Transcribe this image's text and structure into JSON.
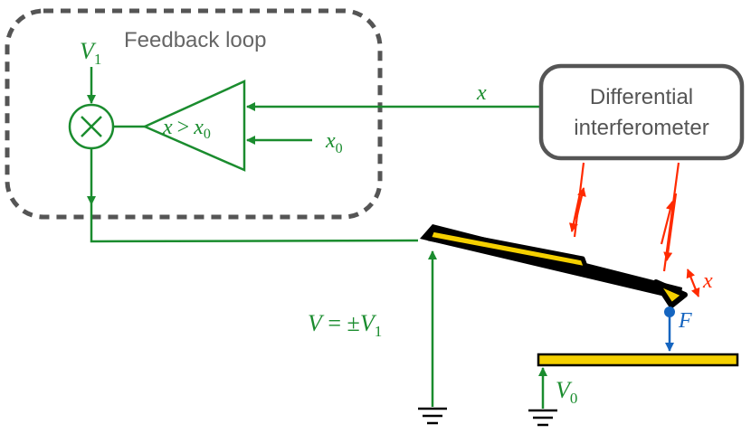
{
  "colors": {
    "green": "#1a8c2e",
    "red": "#ff2a00",
    "blue": "#1565c0",
    "gold": "#f5d000",
    "black": "#000000",
    "gray": "#555555",
    "box_border": "#555555"
  },
  "labels": {
    "feedback_loop": "Feedback loop",
    "interferometer_line1": "Differential",
    "interferometer_line2": "interferometer",
    "v1_symbol": "V",
    "v1_subscript": "1",
    "comparator_x": "x",
    "comparator_gt": ">",
    "comparator_x0": "x",
    "comparator_x0_subscript": "0",
    "signal_x": "x",
    "threshold_x0": "x",
    "threshold_x0_subscript": "0",
    "multiplier_symbol": "×",
    "voltage_v": "V",
    "voltage_eq": " = ±",
    "voltage_v1": "V",
    "voltage_v1_subscript": "1",
    "v0_symbol": "V",
    "v0_subscript": "0",
    "displacement_x": "x",
    "force_f": "F"
  },
  "icons": {
    "multiplier": "multiply-circle-icon",
    "comparator": "comparator-triangle-icon",
    "ground_left": "ground-icon",
    "ground_right": "ground-icon"
  }
}
